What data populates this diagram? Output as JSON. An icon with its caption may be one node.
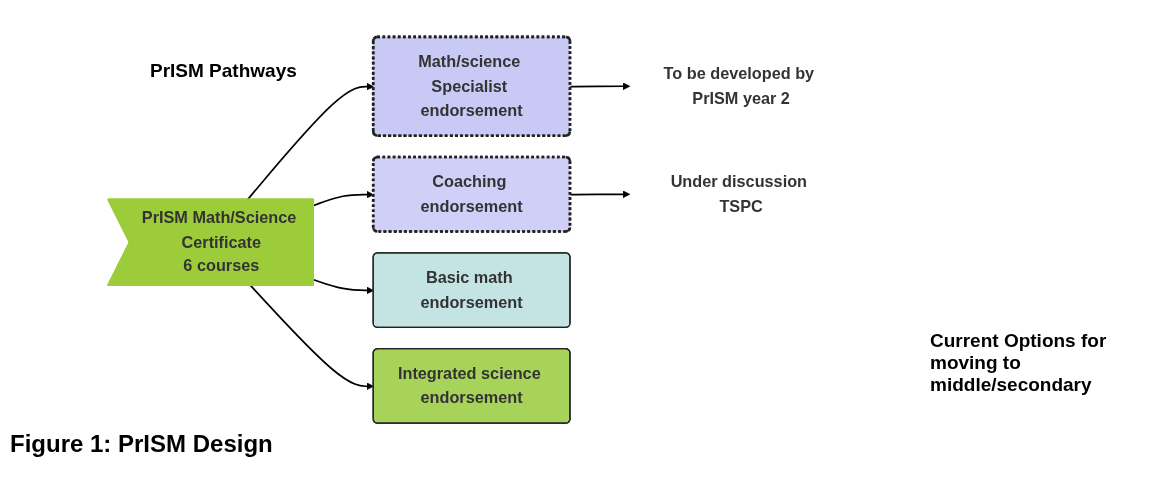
{
  "diagram": {
    "caption": "Figure 1: PrISM Design",
    "nodes": [
      {
        "text": [
          "PrISM Math/Science Certificate",
          "6 courses"
        ]
      },
      {
        "text": [
          "Math/science Specialist endorsement"
        ]
      },
      {
        "text": [
          "To be developed by PrISM year 2"
        ]
      },
      {
        "text": [
          "Coaching endorsement"
        ]
      },
      {
        "text": [
          "Under discussion TSPC"
        ]
      },
      {
        "text": [
          "Basic math endorsement"
        ]
      },
      {
        "text": [
          "Integrated science endorsement"
        ]
      }
    ],
    "edges": [
      {
        "from": 0,
        "to": 1,
        "arrow": "to"
      },
      {
        "from": 0,
        "to": 3,
        "arrow": "to"
      },
      {
        "from": 0,
        "to": 5,
        "arrow": "to"
      },
      {
        "from": 0,
        "to": 6,
        "arrow": "to"
      },
      {
        "from": 1,
        "to": 2,
        "arrow": "to"
      },
      {
        "from": 3,
        "to": 4,
        "arrow": "to"
      }
    ],
    "labels": [
      "PrISM Pathways",
      "Current Options for moving to middle/secondary"
    ]
  }
}
